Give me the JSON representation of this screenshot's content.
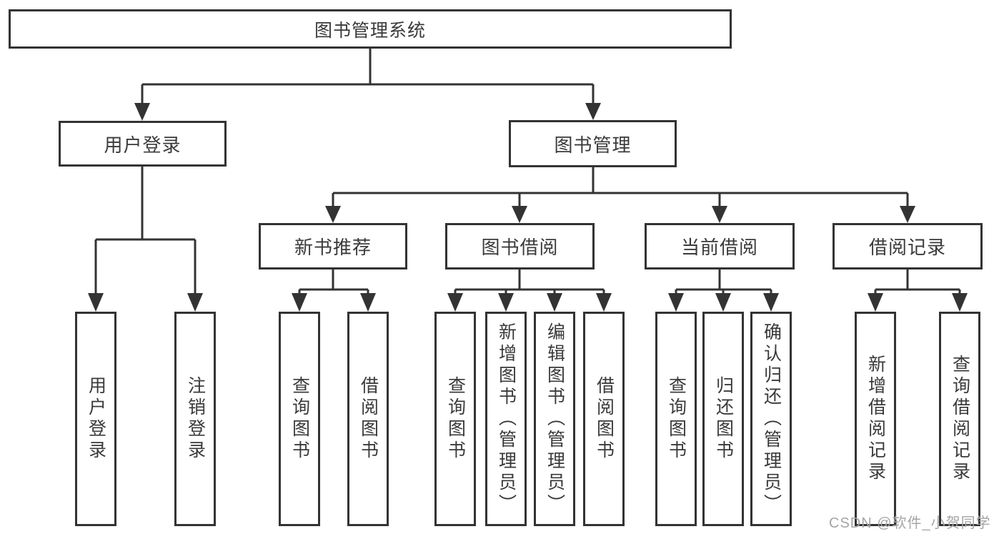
{
  "diagram": {
    "kind": "hierarchy-tree",
    "colors": {
      "line": "#333333",
      "box_border": "#333333",
      "text": "#3a3a3a",
      "background": "#ffffff",
      "watermark": "#a5a5a5"
    }
  },
  "nodes": {
    "root": {
      "label": "图书管理系统"
    },
    "login": {
      "label": "用户登录"
    },
    "mgmt": {
      "label": "图书管理"
    },
    "rec": {
      "label": "新书推荐"
    },
    "borrow": {
      "label": "图书借阅"
    },
    "current": {
      "label": "当前借阅"
    },
    "records": {
      "label": "借阅记录"
    },
    "leaf_user_login": {
      "label": "用户登录"
    },
    "leaf_logout": {
      "label": "注销登录"
    },
    "leaf_rec_query": {
      "label": "查询图书"
    },
    "leaf_rec_borrow": {
      "label": "借阅图书"
    },
    "leaf_bor_query": {
      "label": "查询图书"
    },
    "leaf_bor_add": {
      "label": "新增图书（管理员）"
    },
    "leaf_bor_edit": {
      "label": "编辑图书（管理员）"
    },
    "leaf_bor_borrow": {
      "label": "借阅图书"
    },
    "leaf_cur_query": {
      "label": "查询图书"
    },
    "leaf_cur_return": {
      "label": "归还图书"
    },
    "leaf_cur_confirm": {
      "label": "确认归还（管理员）"
    },
    "leaf_rb_add": {
      "label": "新增借阅记录"
    },
    "leaf_rb_query": {
      "label": "查询借阅记录"
    }
  },
  "watermark": {
    "text": "CSDN @软件_小贺同学"
  }
}
